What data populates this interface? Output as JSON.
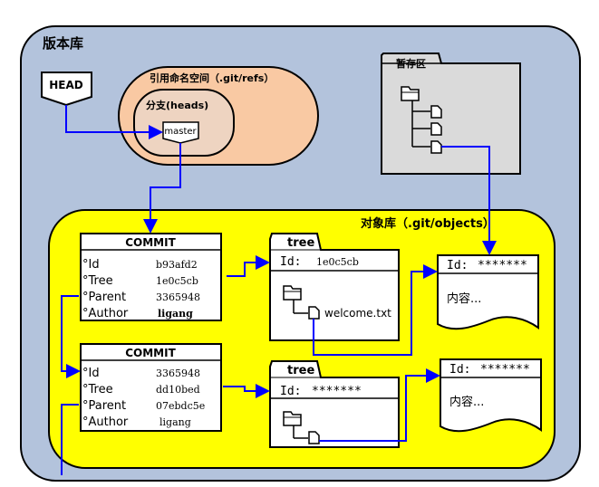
{
  "repository": {
    "title": "版本库"
  },
  "head": {
    "label": "HEAD"
  },
  "refs": {
    "title": "引用命名空间（.git/refs）",
    "branches": {
      "title": "分支(heads)",
      "master": "master"
    }
  },
  "stage": {
    "title": "暂存区"
  },
  "objects": {
    "title": "对象库（.git/objects）",
    "commits": [
      {
        "header": "COMMIT",
        "rows": [
          {
            "key": "Id",
            "value": "b93afd2"
          },
          {
            "key": "Tree",
            "value": "1e0c5cb"
          },
          {
            "key": "Parent",
            "value": "3365948"
          },
          {
            "key": "Author",
            "value": "ligang"
          }
        ]
      },
      {
        "header": "COMMIT",
        "rows": [
          {
            "key": "Id",
            "value": "3365948"
          },
          {
            "key": "Tree",
            "value": "dd10bed"
          },
          {
            "key": "Parent",
            "value": "07ebdc5e"
          },
          {
            "key": "Author",
            "value": "ligang"
          }
        ]
      }
    ],
    "trees": [
      {
        "tab": "tree",
        "id_label": "Id:",
        "id_value": "1e0c5cb",
        "file": "welcome.txt"
      },
      {
        "tab": "tree",
        "id_label": "Id:",
        "id_value": "*******"
      }
    ],
    "blobs": [
      {
        "id_label": "Id:",
        "id_value": "*******",
        "content": "内容..."
      },
      {
        "id_label": "Id:",
        "id_value": "*******",
        "content": "内容..."
      }
    ]
  },
  "colors": {
    "repo_bg": "#b3c3dc",
    "refs_bg": "#f9c9a3",
    "branches_bg": "#eed4c1",
    "objects_bg": "#ffff00",
    "stage_bg": "#dadada",
    "arrow": "#0000ff"
  },
  "icons": {
    "folder": "folder-icon",
    "file": "file-icon"
  }
}
